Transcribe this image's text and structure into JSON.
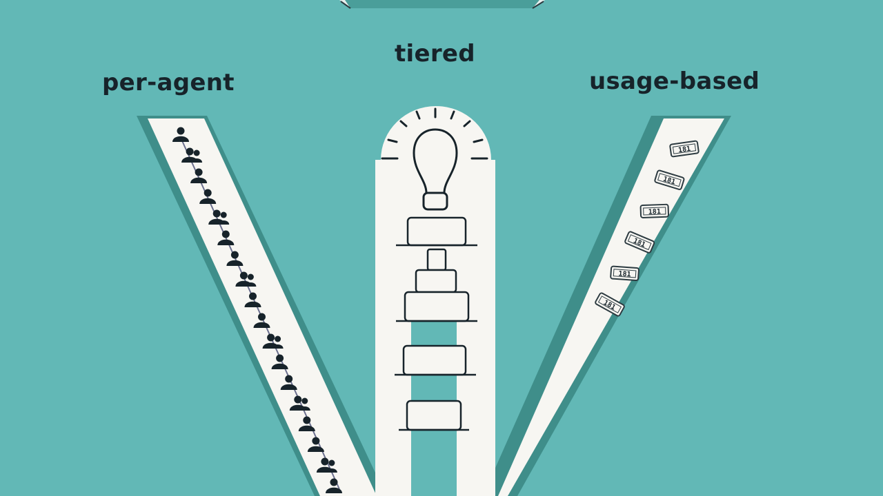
{
  "columns": {
    "per_agent": {
      "label": "per-agent",
      "icon": "person-icon",
      "icon_count": 18
    },
    "tiered": {
      "label": "tiered",
      "icon": "lightbulb-icon",
      "tier_count": 5
    },
    "usage_based": {
      "label": "usage-based",
      "icon": "ticket-icon",
      "icon_count": 6,
      "ticket_text": "181"
    }
  },
  "colors": {
    "background": "#62b8b6",
    "band": "#f7f6f2",
    "band_edge": "#3e8c88",
    "ink": "#17232a",
    "icon_border": "#2c3a40"
  }
}
